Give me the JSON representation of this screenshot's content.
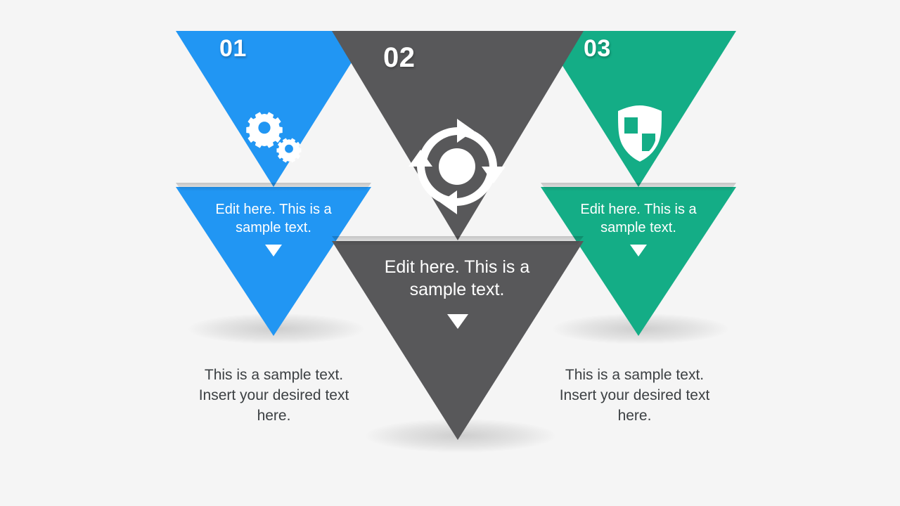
{
  "background_color": "#f5f5f5",
  "caption_text_color": "#3c4043",
  "items": [
    {
      "number": "01",
      "color": "#2196f3",
      "color_dark": "#1678cc",
      "icon": "gears-icon",
      "inner_text": "Edit here. This is a sample text.",
      "caption": "This is a sample text. Insert your desired text here."
    },
    {
      "number": "02",
      "color": "#58585a",
      "color_dark": "#474749",
      "icon": "cycle-arrows-icon",
      "inner_text": "Edit here. This is a sample text.",
      "caption": ""
    },
    {
      "number": "03",
      "color": "#14ad86",
      "color_dark": "#0e8e6d",
      "icon": "shield-icon",
      "inner_text": "Edit here. This is a sample text.",
      "caption": "This is a sample text. Insert your desired text here."
    }
  ]
}
